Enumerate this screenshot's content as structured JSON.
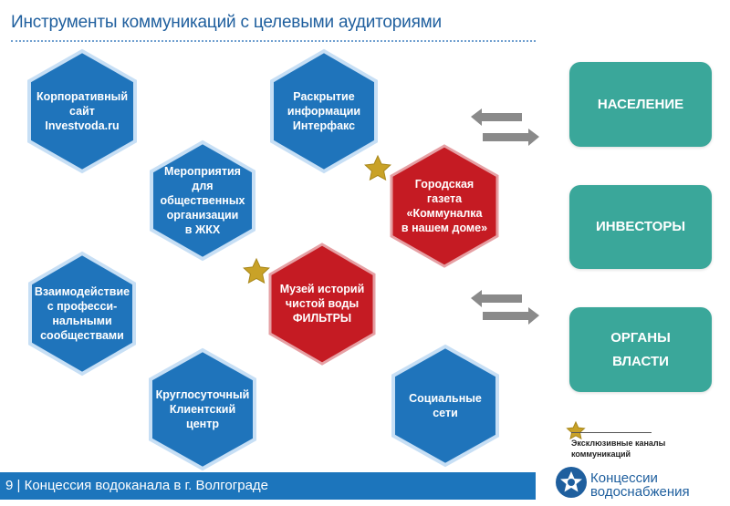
{
  "header": {
    "title": "Инструменты коммуникаций с целевыми аудиториями"
  },
  "hexagons": {
    "corp_site": [
      "Корпоративный",
      "сайт",
      "Investvoda.ru"
    ],
    "disclosure": [
      "Раскрытие",
      "информации",
      "Интерфакс"
    ],
    "events": [
      "Мероприятия",
      "для",
      "общественных",
      "организации",
      "в ЖКХ"
    ],
    "newspaper": [
      "Городская",
      "газета",
      "«Коммуналка",
      "в нашем доме»"
    ],
    "interaction": [
      "Взаимодействие",
      "с професси-",
      "нальными",
      "сообществами"
    ],
    "museum": [
      "Музей историй",
      "чистой воды",
      "ФИЛЬТРЫ"
    ],
    "call_center": [
      "Круглосуточный",
      "Клиентский",
      "центр"
    ],
    "social": [
      "Социальные",
      "сети"
    ]
  },
  "audiences": {
    "population": "НАСЕЛЕНИЕ",
    "investors": "ИНВЕСТОРЫ",
    "authorities": [
      "ОРГАНЫ",
      "ВЛАСТИ"
    ]
  },
  "legend": {
    "lines": [
      "Эксклюзивные каналы",
      "коммуникаций"
    ]
  },
  "footer": {
    "page_number": "9",
    "text": "Концессия водоканала в г. Волгограде"
  },
  "logo": {
    "lines": [
      "Концессии",
      "водоснабжения"
    ]
  },
  "colors": {
    "blue_hex": "#1f74bb",
    "blue_hex_border": "#c7dff5",
    "red_hex": "#c51b23",
    "star": "#c9a227",
    "teal": "#3aa79a",
    "arrow_gray": "#8a8a8a",
    "footer_blue": "#1c75bc"
  }
}
